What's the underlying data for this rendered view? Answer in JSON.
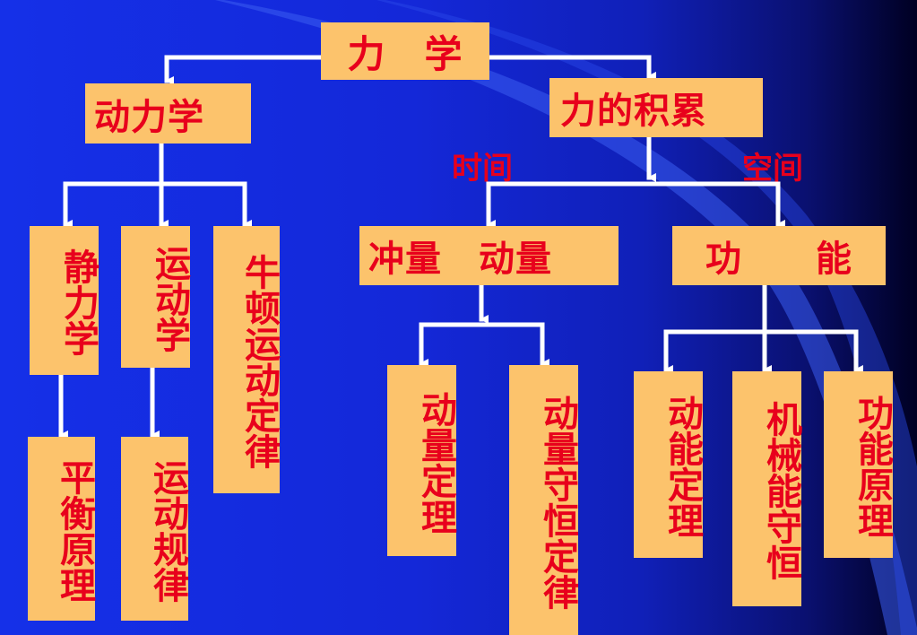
{
  "root": "力　学",
  "dynamics": "动力学",
  "accumulation": "力的积累",
  "time_label": "时间",
  "space_label": "空间",
  "statics": "静力学",
  "kinematics": "运动学",
  "newton_laws": "牛顿运动定律",
  "impulse_momentum": "冲量　动量",
  "work_energy": "功　　能",
  "equilibrium": "平衡原理",
  "motion_laws": "运动规律",
  "momentum_theorem": "动量定理",
  "momentum_conservation": "动量守恒定律",
  "kinetic_energy_theorem": "动能定理",
  "mech_energy_conservation": "机械能守恒",
  "work_energy_principle": "功能原理",
  "colors": {
    "box": "#fcc36c",
    "text": "#e8001c",
    "line": "#ffffff",
    "background": "#1530e8"
  }
}
